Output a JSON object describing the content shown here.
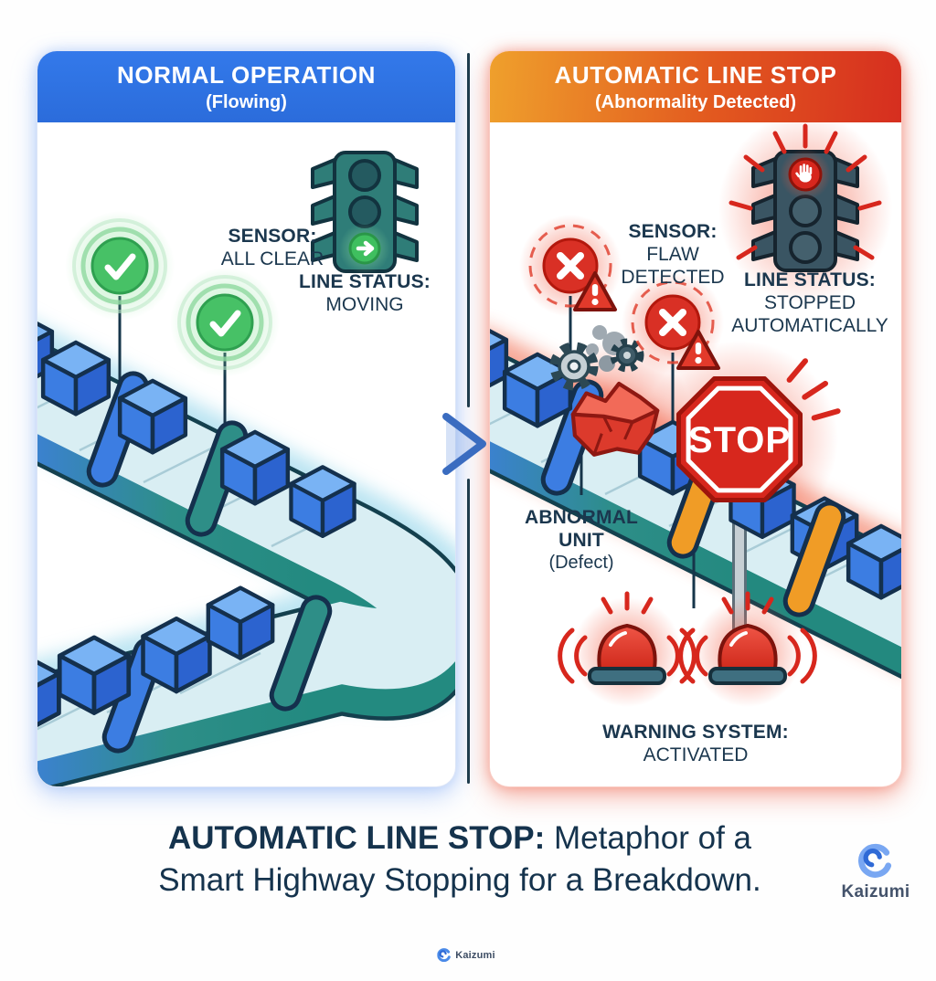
{
  "left_panel": {
    "title": "NORMAL OPERATION",
    "subtitle": "(Flowing)",
    "sensor_label": "SENSOR:",
    "sensor_value": "ALL CLEAR",
    "line_status_label": "LINE STATUS:",
    "line_status_value": "MOVING"
  },
  "right_panel": {
    "title": "AUTOMATIC LINE STOP",
    "subtitle": "(Abnormality Detected)",
    "sensor_label": "SENSOR:",
    "sensor_value_line1": "FLAW",
    "sensor_value_line2": "DETECTED",
    "line_status_label": "LINE STATUS:",
    "line_status_value_line1": "STOPPED",
    "line_status_value_line2": "AUTOMATICALLY",
    "stop_sign": "STOP",
    "abnormal_line1": "ABNORMAL",
    "abnormal_line2": "UNIT",
    "abnormal_line3": "(Defect)",
    "warning_label": "WARNING SYSTEM:",
    "warning_value": "ACTIVATED"
  },
  "caption": {
    "lead_bold": "AUTOMATIC LINE STOP:",
    "line1_rest": "Metaphor of a",
    "line2": "Smart Highway Stopping for a Breakdown."
  },
  "branding": {
    "logo_text": "Kaizumi",
    "footer_logo_text": "Kaizumi"
  },
  "colors": {
    "normal_accent": "#2d71e1",
    "alert_orange": "#efa02c",
    "alert_red": "#d6301f",
    "success_green": "#47c166",
    "warning_red": "#d93025",
    "belt_teal": "#2d8e88",
    "cube_blue": "#3c7de2",
    "text_dark": "#1b374e"
  }
}
